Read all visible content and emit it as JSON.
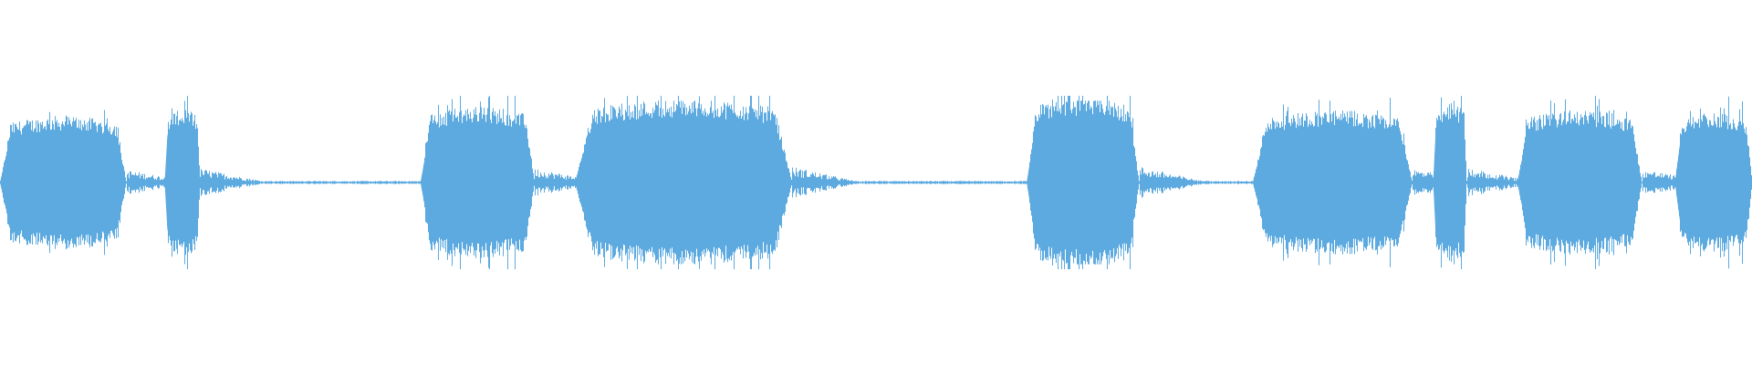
{
  "waveform": {
    "color": "#5DAAE0",
    "background": "#FFFFFF",
    "peak_amplitude": 0.82,
    "segments": [
      {
        "start": 0.0,
        "end": 0.072,
        "amplitude": 0.7
      },
      {
        "start": 0.094,
        "end": 0.114,
        "amplitude": 0.78
      },
      {
        "start": 0.24,
        "end": 0.305,
        "amplitude": 0.8
      },
      {
        "start": 0.328,
        "end": 0.452,
        "amplitude": 0.88
      },
      {
        "start": 0.586,
        "end": 0.65,
        "amplitude": 0.9
      },
      {
        "start": 0.715,
        "end": 0.806,
        "amplitude": 0.76
      },
      {
        "start": 0.818,
        "end": 0.837,
        "amplitude": 0.85
      },
      {
        "start": 0.866,
        "end": 0.937,
        "amplitude": 0.76
      },
      {
        "start": 0.956,
        "end": 1.0,
        "amplitude": 0.74
      }
    ]
  }
}
